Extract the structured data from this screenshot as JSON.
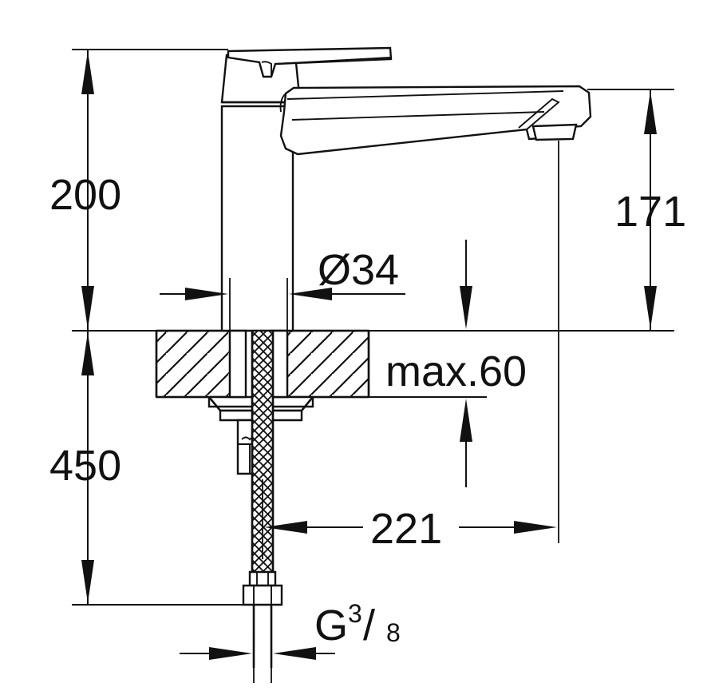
{
  "drawing": {
    "title": "Kitchen mixer tap dimensional drawing",
    "units": "mm",
    "line_color": "#111111",
    "background_color": "#ffffff"
  },
  "dimensions": {
    "overall_height": {
      "label": "200",
      "name": "overall-height-above-counter",
      "position": "left-upper"
    },
    "spout_height": {
      "label": "171",
      "name": "spout-outlet-height",
      "position": "right"
    },
    "shank_diameter": {
      "label": "Ø34",
      "name": "base-diameter",
      "position": "center"
    },
    "counter_thickness": {
      "label": "max.60",
      "name": "max-countertop-thickness",
      "position": "center-right"
    },
    "hose_length": {
      "label": "450",
      "name": "supply-hose-length",
      "position": "left-lower"
    },
    "spout_reach": {
      "label": "221",
      "name": "spout-projection",
      "position": "lower-center"
    },
    "thread": {
      "label": "G",
      "numerator": "3",
      "slash": "/",
      "denominator": "8",
      "name": "connection-thread",
      "position": "bottom"
    }
  },
  "parts": {
    "lever_handle": "lever-handle",
    "cartridge_housing": "cartridge-housing",
    "body_column": "faucet-body-column",
    "spout": "swivel-spout",
    "aerator": "aerator-outlet",
    "countertop": "countertop-section",
    "mounting_bracket": "mounting-bracket",
    "threaded_stud": "threaded-stud",
    "supply_hose": "braided-supply-hose",
    "hose_nut": "hose-connection-nut"
  }
}
